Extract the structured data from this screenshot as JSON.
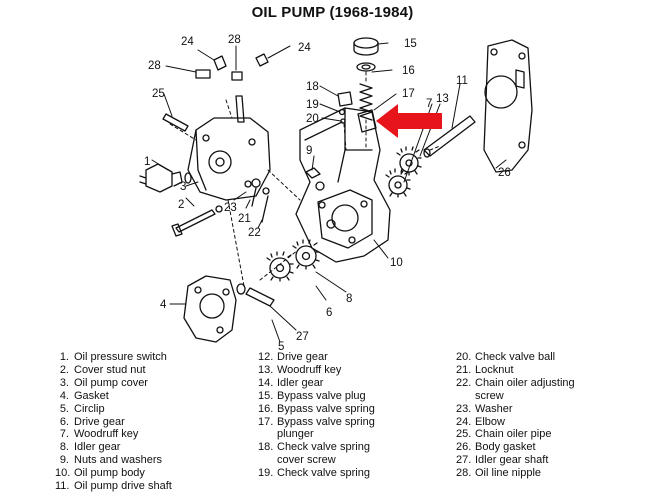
{
  "title": "OIL PUMP (1968-1984)",
  "callouts": {
    "c1": "1",
    "c2": "2",
    "c3": "3",
    "c4": "4",
    "c5": "5",
    "c6": "6",
    "c7": "7",
    "c8": "8",
    "c9": "9",
    "c10": "10",
    "c11": "11",
    "c13": "13",
    "c15": "15",
    "c16": "16",
    "c17": "17",
    "c18": "18",
    "c19": "19",
    "c20": "20",
    "c21": "21",
    "c22": "22",
    "c23": "23",
    "c24a": "24",
    "c24b": "24",
    "c25": "25",
    "c26": "26",
    "c27": "27",
    "c28a": "28",
    "c28b": "28"
  },
  "legend": {
    "col1": [
      {
        "num": "1.",
        "text": "Oil pressure switch"
      },
      {
        "num": "2.",
        "text": "Cover stud nut"
      },
      {
        "num": "3.",
        "text": "Oil pump cover"
      },
      {
        "num": "4.",
        "text": "Gasket"
      },
      {
        "num": "5.",
        "text": "Circlip"
      },
      {
        "num": "6.",
        "text": "Drive gear"
      },
      {
        "num": "7.",
        "text": "Woodruff key"
      },
      {
        "num": "8.",
        "text": "Idler gear"
      },
      {
        "num": "9.",
        "text": "Nuts and washers"
      },
      {
        "num": "10.",
        "text": "Oil pump body"
      },
      {
        "num": "11.",
        "text": "Oil pump drive shaft"
      }
    ],
    "col2": [
      {
        "num": "12.",
        "text": "Drive gear"
      },
      {
        "num": "13.",
        "text": "Woodruff key"
      },
      {
        "num": "14.",
        "text": "Idler gear"
      },
      {
        "num": "15.",
        "text": "Bypass valve plug"
      },
      {
        "num": "16.",
        "text": "Bypass valve spring"
      },
      {
        "num": "17.",
        "text": "Bypass valve spring plunger"
      },
      {
        "num": "18.",
        "text": "Check valve spring cover screw"
      },
      {
        "num": "19.",
        "text": "Check valve spring"
      }
    ],
    "col3": [
      {
        "num": "20.",
        "text": "Check valve ball"
      },
      {
        "num": "21.",
        "text": "Locknut"
      },
      {
        "num": "22.",
        "text": "Chain oiler adjusting screw"
      },
      {
        "num": "23.",
        "text": "Washer"
      },
      {
        "num": "24.",
        "text": "Elbow"
      },
      {
        "num": "25.",
        "text": "Chain oiler pipe"
      },
      {
        "num": "26.",
        "text": "Body gasket"
      },
      {
        "num": "27.",
        "text": "Idler gear shaft"
      },
      {
        "num": "28.",
        "text": "Oil line nipple"
      }
    ]
  },
  "colors": {
    "line": "#111111",
    "arrow": "#e8141c",
    "background": "#ffffff"
  }
}
